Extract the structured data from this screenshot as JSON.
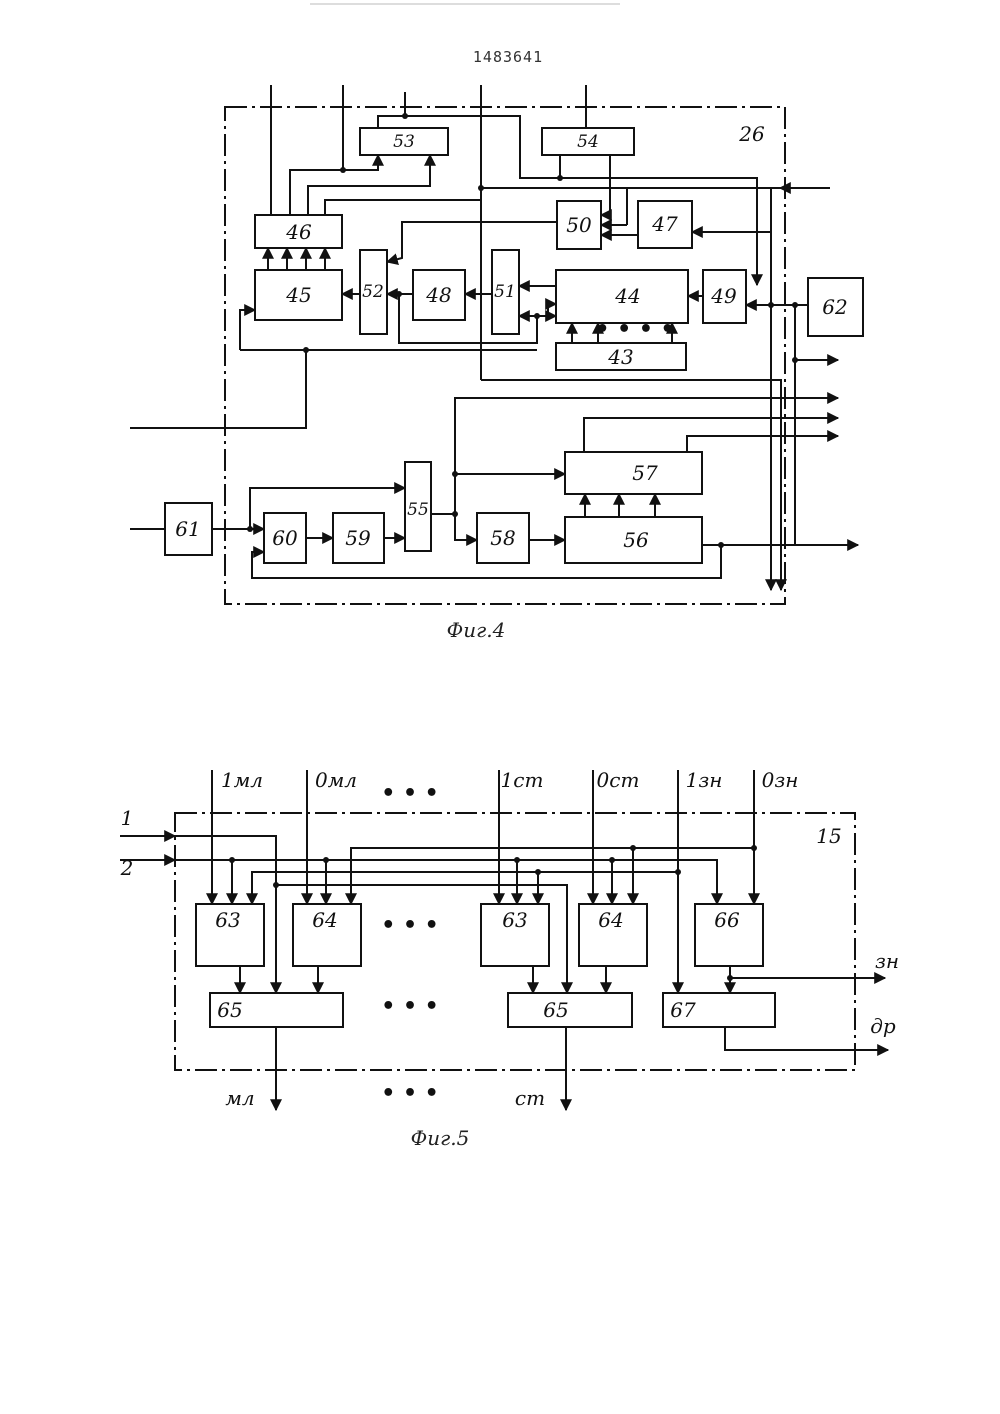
{
  "page_number": "1483641",
  "fig4": {
    "caption": "Фиг.4",
    "unit_label": "26",
    "blocks": {
      "b53": "53",
      "b54": "54",
      "b46": "46",
      "b50": "50",
      "b47": "47",
      "b45": "45",
      "b52": "52",
      "b48": "48",
      "b51": "51",
      "b44": "44",
      "b49": "49",
      "b62": "62",
      "b43": "43",
      "b57": "57",
      "b61": "61",
      "b60": "60",
      "b59": "59",
      "b55": "55",
      "b58": "58",
      "b56": "56"
    }
  },
  "fig5": {
    "caption": "Фиг.5",
    "unit_label": "15",
    "ellipsis": "• • •",
    "inputs": {
      "i1ml": "1мл",
      "i0ml": "0мл",
      "i1st": "1ст",
      "i0st": "0ст",
      "i1zn": "1зн",
      "i0zn": "0зн",
      "in1": "1",
      "in2": "2"
    },
    "outputs": {
      "ml": "мл",
      "st": "ст",
      "zn": "зн",
      "dr": "др"
    },
    "blocks": {
      "b63a": "63",
      "b64a": "64",
      "b63b": "63",
      "b64b": "64",
      "b66": "66",
      "b65a": "65",
      "b65b": "65",
      "b67": "67"
    }
  }
}
